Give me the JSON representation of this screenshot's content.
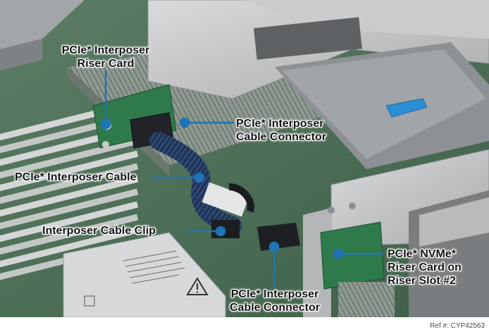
{
  "callouts": {
    "riser_card": {
      "line1": "PCIe* Interposer",
      "line2": "Riser Card"
    },
    "cable_connector_top": {
      "line1": "PCIe* Interposer",
      "line2": "Cable Connector"
    },
    "interposer_cable": {
      "text": "PCIe* Interposer Cable"
    },
    "cable_clip": {
      "text": "Interposer Cable Clip"
    },
    "nvme_riser": {
      "line1": "PCIe* NVMe*",
      "line2": "Riser Card on",
      "line3": "Riser Slot #2"
    },
    "cable_connector_bottom": {
      "line1": "PCIe* Interposer",
      "line2": "Cable Connector"
    }
  },
  "reference": "Ref #: CYP42563",
  "colors": {
    "leader_line": "#1f73b7",
    "pcb_green": "#2f7a4a",
    "sheet_metal": "#c2c4c6",
    "cable": "#1c2f4d",
    "blue_latch": "#2b8fd6"
  },
  "icons": [
    "warning-triangle-icon"
  ]
}
